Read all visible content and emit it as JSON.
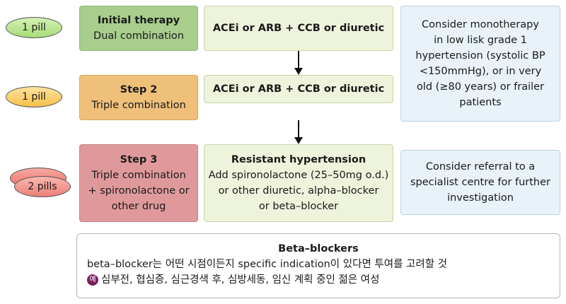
{
  "pills": {
    "step1": "1 pill",
    "step2": "1 pill",
    "step3": "2 pills"
  },
  "steps": [
    {
      "title": "Initial therapy",
      "subtitle": "Dual combination"
    },
    {
      "title": "Step 2",
      "subtitle": "Triple combination"
    },
    {
      "title": "Step 3",
      "subtitle_lines": [
        "Triple combination",
        "+ spironolactone or",
        "other drug"
      ]
    }
  ],
  "drugs": {
    "step1": "ACEi or ARB + CCB or diuretic",
    "step2": "ACEi or ARB + CCB or diuretic",
    "step3": {
      "title": "Resistant hypertension",
      "lines": [
        "Add spironolactone (25–50mg o.d.)",
        "or other diuretic, alpha–blocker",
        "or beta–blocker"
      ]
    }
  },
  "notes": {
    "monotherapy_lines": [
      "Consider monotherapy",
      "in low lisk grade 1",
      "hypertension (systolic BP",
      "<150mmHg), or in very",
      "old (≥80 years) or frailer",
      "patients"
    ],
    "referral_lines": [
      "Consider referral to a",
      "specialist centre for further",
      "investigation"
    ]
  },
  "beta_blockers": {
    "title": "Beta–blockers",
    "line1": "beta–blocker는 어떤 시점이든지 specific indication이 있다면 투여를 고려할 것",
    "example_icon_label": "예",
    "line2": "심부전, 협심증, 심근경색 후, 심방세동, 임신 계획 중인 젊은 여성"
  },
  "colors": {
    "step1": "#a8cd8c",
    "step2": "#efc07a",
    "step3": "#e0999b",
    "drug_box": "#eef3dc",
    "note_box": "#e8f2f8"
  }
}
